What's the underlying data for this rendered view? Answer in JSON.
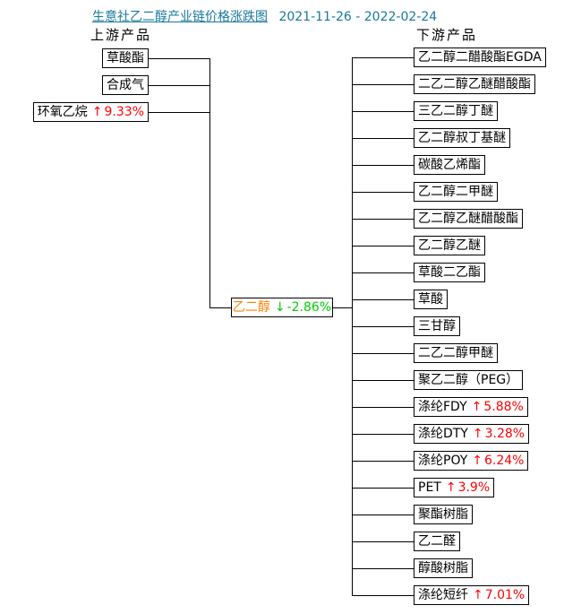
{
  "title": {
    "text": "生意社乙二醇产业链价格涨跌图",
    "date_range": "2021-11-26 - 2022-02-24"
  },
  "headers": {
    "upstream": "上游产品",
    "downstream": "下游产品"
  },
  "icons": {
    "up_arrow": "↑",
    "down_arrow": "↓"
  },
  "colors": {
    "title": "#17789b",
    "up": "#ff0000",
    "down": "#00cc00",
    "center_label": "#ff8000",
    "line": "#000000",
    "box_border": "#000000",
    "background": "#ffffff"
  },
  "center_node": {
    "label": "乙二醇",
    "direction": "down",
    "change": "-2.86%"
  },
  "upstream": [
    {
      "label": "草酸酯"
    },
    {
      "label": "合成气"
    },
    {
      "label": "环氧乙烷",
      "direction": "up",
      "change": "9.33%"
    }
  ],
  "downstream": [
    {
      "label": "乙二醇二醋酸酯EGDA"
    },
    {
      "label": "二乙二醇乙醚醋酸酯"
    },
    {
      "label": "三乙二醇丁醚"
    },
    {
      "label": "乙二醇叔丁基醚"
    },
    {
      "label": "碳酸乙烯酯"
    },
    {
      "label": "乙二醇二甲醚"
    },
    {
      "label": "乙二醇乙醚醋酸酯"
    },
    {
      "label": "乙二醇乙醚"
    },
    {
      "label": "草酸二乙酯"
    },
    {
      "label": "草酸"
    },
    {
      "label": "三甘醇"
    },
    {
      "label": "二乙二醇甲醚"
    },
    {
      "label": "聚乙二醇（PEG）"
    },
    {
      "label": "涤纶FDY",
      "direction": "up",
      "change": "5.88%"
    },
    {
      "label": "涤纶DTY",
      "direction": "up",
      "change": "3.28%"
    },
    {
      "label": "涤纶POY",
      "direction": "up",
      "change": "6.24%"
    },
    {
      "label": "PET",
      "direction": "up",
      "change": "3.9%"
    },
    {
      "label": "聚酯树脂"
    },
    {
      "label": "乙二醛"
    },
    {
      "label": "醇酸树脂"
    },
    {
      "label": "涤纶短纤",
      "direction": "up",
      "change": "7.01%"
    }
  ]
}
